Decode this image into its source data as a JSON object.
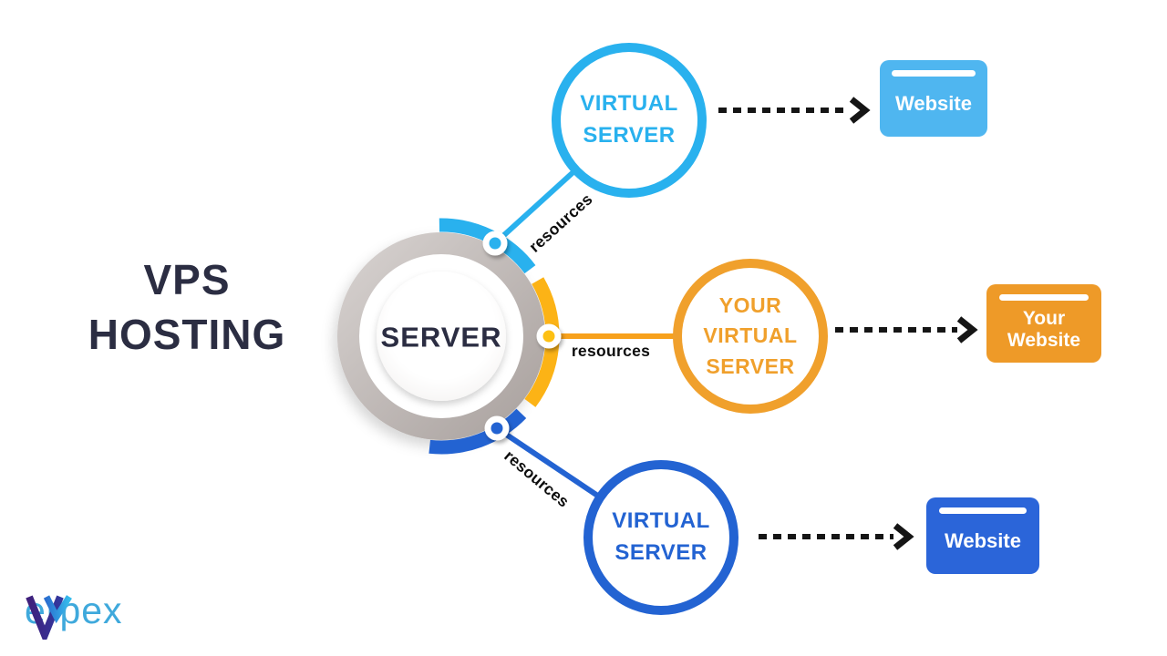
{
  "title": {
    "line1": "VPS",
    "line2": "HOSTING"
  },
  "hub": {
    "label": "SERVER",
    "label_color": "#2B2D42",
    "ring_color": "#B8B0AD"
  },
  "branches": [
    {
      "position": "top",
      "circle_label": "VIRTUAL SERVER",
      "resources_label": "resources",
      "website_label": "Website",
      "accent_color": "#29B1EE",
      "box_color": "#4FB6F0",
      "arc_color": "#29B1EE"
    },
    {
      "position": "middle",
      "circle_label": "YOUR VIRTUAL SERVER",
      "resources_label": "resources",
      "website_label": "Your Website",
      "accent_color": "#F0A02C",
      "box_color": "#EE9A28",
      "arc_color": "#FCB316"
    },
    {
      "position": "bottom",
      "circle_label": "VIRTUAL SERVER",
      "resources_label": "resources",
      "website_label": "Website",
      "accent_color": "#2363D2",
      "box_color": "#2B65D9",
      "arc_color": "#2363D2"
    }
  ],
  "arrows": {
    "color": "#151515",
    "style": "dashed"
  },
  "logo": {
    "wordmark": "erpex",
    "mark": "verpex-v-icon",
    "wordmark_color": "#3FA9DC",
    "mark_colors": {
      "purple": "#3F1F7B",
      "indigo": "#33379E",
      "blue": "#2B6FD0",
      "cyan": "#35BCEC"
    }
  }
}
